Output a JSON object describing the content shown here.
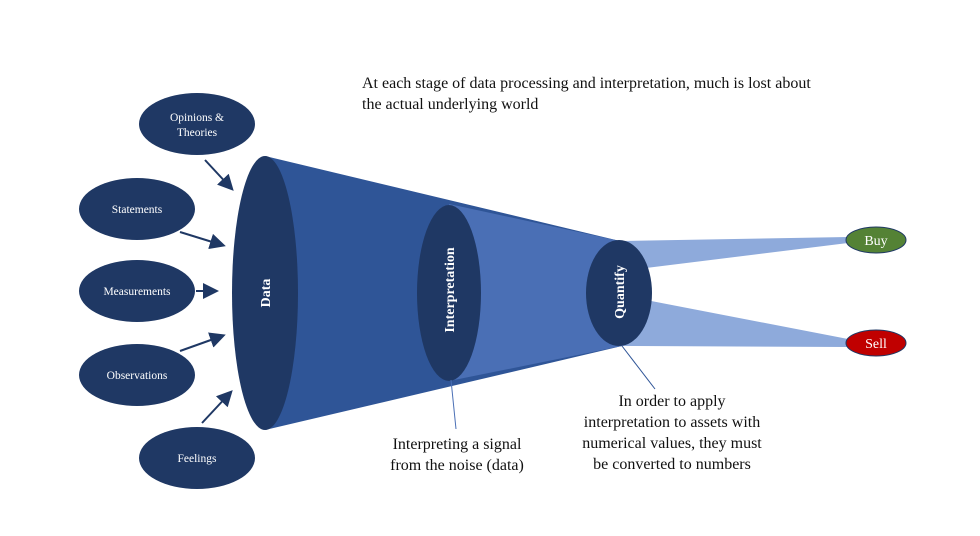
{
  "headline": "At each stage of data processing and interpretation, much is lost about the actual underlying world",
  "inputs": [
    "Opinions & Theories",
    "Statements",
    "Measurements",
    "Observations",
    "Feelings"
  ],
  "stages": {
    "data": "Data",
    "interpretation": "Interpretation",
    "quantify": "Quantify"
  },
  "outcomes": {
    "buy": "Buy",
    "sell": "Sell"
  },
  "captions": {
    "interpretation": "Interpreting a signal from the noise (data)",
    "quantify": "In order to apply interpretation to assets with numerical values, they must be converted to numbers"
  },
  "colors": {
    "navy": "#1f3864",
    "funnel_outer": "#2f5597",
    "funnel_inner": "#4a6fb5",
    "funnel_tail": "#8eaadb",
    "buy": "#548235",
    "sell": "#c00000"
  }
}
